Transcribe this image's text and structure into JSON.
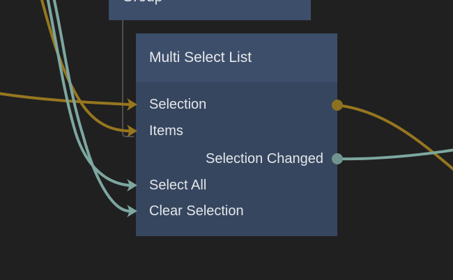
{
  "canvas": {
    "background_color": "#202020"
  },
  "palette": {
    "node_header": "#3d4e6b",
    "node_body": "#37465f",
    "node_title_text": "#e6e9ec",
    "port_label_text": "#e3e6ea",
    "data_wire": "#96761f",
    "data_port_dot": "#8e7120",
    "signal_wire": "#7da7a0",
    "signal_port_dot": "#6f958e",
    "child_connection_line": "#4f4f4f"
  },
  "group_node": {
    "title": "Group"
  },
  "multi_select_node": {
    "title": "Multi Select List",
    "ports": [
      {
        "label": "Selection",
        "direction": "input",
        "type": "data"
      },
      {
        "label": "Items",
        "direction": "input",
        "type": "data"
      },
      {
        "label": "Selection Changed",
        "direction": "output",
        "type": "signal"
      },
      {
        "label": "Select All",
        "direction": "input",
        "type": "signal"
      },
      {
        "label": "Clear Selection",
        "direction": "input",
        "type": "signal"
      }
    ]
  }
}
